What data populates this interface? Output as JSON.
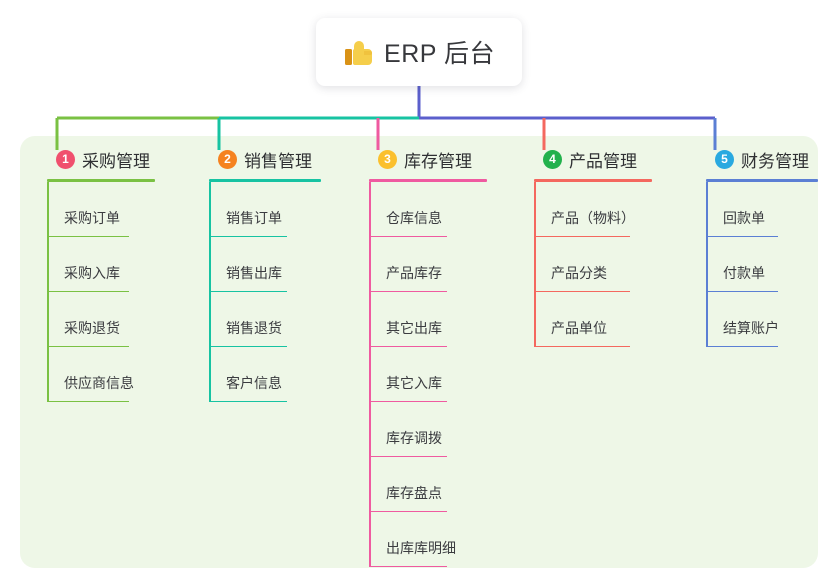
{
  "root": {
    "title": "ERP 后台",
    "icon": "thumbs-up-icon",
    "icon_color": "#f5ce4b"
  },
  "panel": {
    "background": "#eef7e7"
  },
  "trunk_color": "#5b5fcc",
  "connector_segments": [
    {
      "name": "segment-green",
      "color": "#7ac143"
    },
    {
      "name": "segment-teal",
      "color": "#17c3a2"
    },
    {
      "name": "segment-purple",
      "color": "#5b5fcc"
    }
  ],
  "columns": [
    {
      "number": "1",
      "title": "采购管理",
      "badge_color": "#f0506e",
      "line_color": "#7ac143",
      "drop_color": "#7ac143",
      "items": [
        "采购订单",
        "采购入库",
        "采购退货",
        "供应商信息"
      ]
    },
    {
      "number": "2",
      "title": "销售管理",
      "badge_color": "#f5821f",
      "line_color": "#17c3a2",
      "drop_color": "#17c3a2",
      "items": [
        "销售订单",
        "销售出库",
        "销售退货",
        "客户信息"
      ]
    },
    {
      "number": "3",
      "title": "库存管理",
      "badge_color": "#fbc02d",
      "line_color": "#ef5aa0",
      "drop_color": "#ef5aa0",
      "items": [
        "仓库信息",
        "产品库存",
        "其它出库",
        "其它入库",
        "库存调拨",
        "库存盘点",
        "出库库明细"
      ]
    },
    {
      "number": "4",
      "title": "产品管理",
      "badge_color": "#22b14c",
      "line_color": "#f4685f",
      "drop_color": "#f4685f",
      "items": [
        "产品（物料）",
        "产品分类",
        "产品单位"
      ]
    },
    {
      "number": "5",
      "title": "财务管理",
      "badge_color": "#29a9e0",
      "line_color": "#5b7fd4",
      "drop_color": "#5b7fd4",
      "items": [
        "回款单",
        "付款单",
        "结算账户"
      ]
    }
  ]
}
